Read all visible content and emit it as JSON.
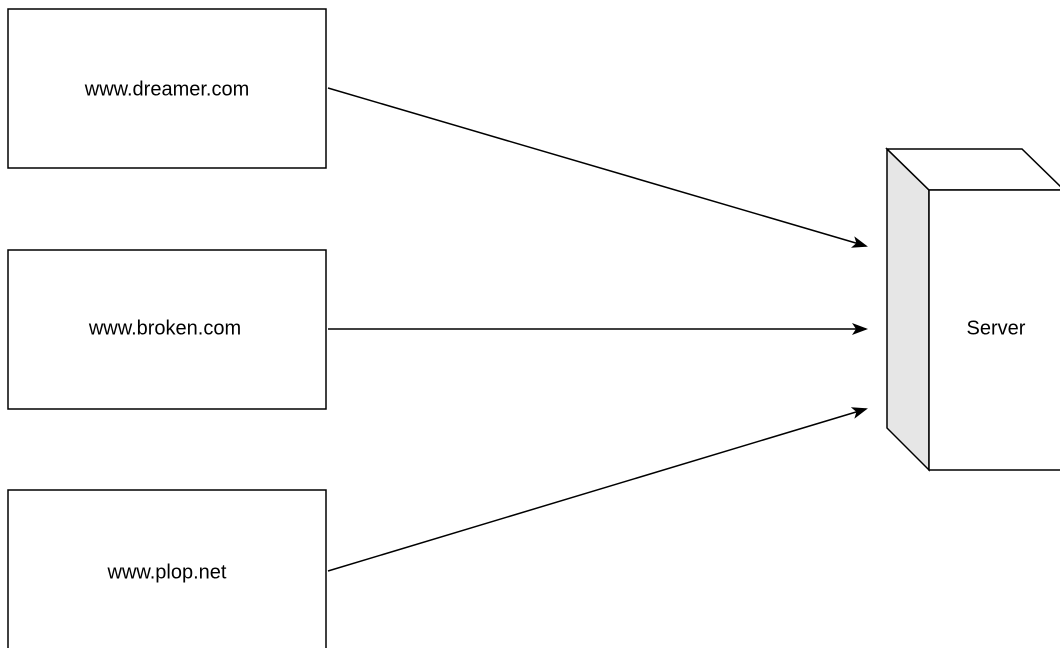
{
  "diagram": {
    "sites": [
      {
        "label": "www.dreamer.com"
      },
      {
        "label": "www.broken.com"
      },
      {
        "label": "www.plop.net"
      }
    ],
    "server": {
      "label": "Server"
    }
  },
  "colors": {
    "stroke": "#000000",
    "box_fill": "#ffffff",
    "server_side_fill": "#e6e6e6"
  }
}
